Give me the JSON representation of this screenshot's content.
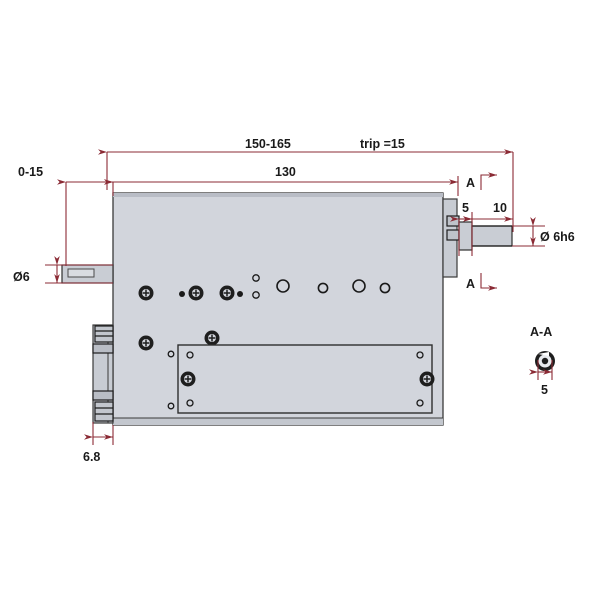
{
  "drawing": {
    "title": "mechanical-assembly-technical-drawing",
    "background_color": "#ffffff",
    "dimension_color": "#8b2b35",
    "body_fill_color": "#d2d5dc",
    "outline_color": "#3a3a3a"
  },
  "dimensions": {
    "stroke_overall": "150-165",
    "trip": "trip =15",
    "body_length": "130",
    "left_travel": "0-15",
    "left_shaft_dia": "Ø6",
    "right_shaft_dia": "Ø 6h6",
    "shoulder_5": "5",
    "shoulder_10": "10",
    "left_flange_thickness": "6.8",
    "section_key_width": "5"
  },
  "section": {
    "marker_top": "A",
    "marker_bottom": "A",
    "detail_title": "A-A"
  }
}
